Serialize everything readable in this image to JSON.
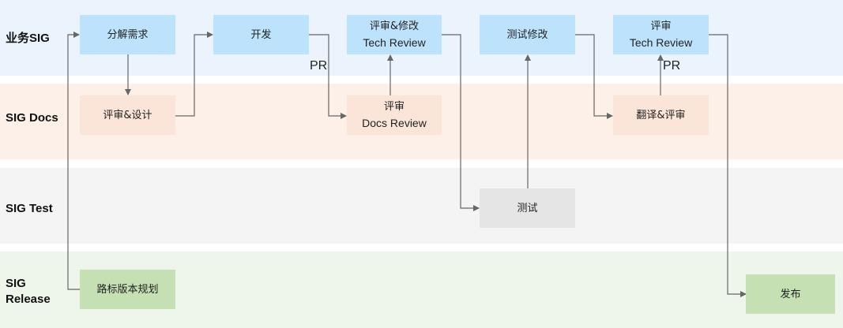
{
  "lanes": [
    {
      "id": "biz",
      "label": "业务SIG",
      "color": "#ebf4fc"
    },
    {
      "id": "docs",
      "label": "SIG Docs",
      "color": "#fcf0e8"
    },
    {
      "id": "test",
      "label": "SIG Test",
      "color": "#f4f4f4"
    },
    {
      "id": "release",
      "label": "SIG\nRelease",
      "label_line1": "SIG",
      "label_line2": "Release",
      "color": "#eef6eb"
    }
  ],
  "nodes": {
    "decompose": {
      "line1": "分解需求"
    },
    "develop": {
      "line1": "开发"
    },
    "review_modify": {
      "line1": "评审&修改",
      "line2": "Tech Review"
    },
    "test_fix": {
      "line1": "测试修改"
    },
    "final_review": {
      "line1": "评审",
      "line2": "Tech Review"
    },
    "review_design": {
      "line1": "评审&设计"
    },
    "docs_review": {
      "line1": "评审",
      "line2": "Docs Review"
    },
    "translate_review": {
      "line1": "翻译&评审"
    },
    "testing": {
      "line1": "测试"
    },
    "roadmap": {
      "line1": "路标版本规划"
    },
    "publish": {
      "line1": "发布"
    }
  },
  "edge_labels": {
    "pr1": "PR",
    "pr2": "PR"
  },
  "colors": {
    "task_blue": "#bde3fc",
    "task_peach": "#fbe5d9",
    "task_grey": "#e5e5e5",
    "task_green": "#c5e0b3",
    "edge": "#666666"
  }
}
